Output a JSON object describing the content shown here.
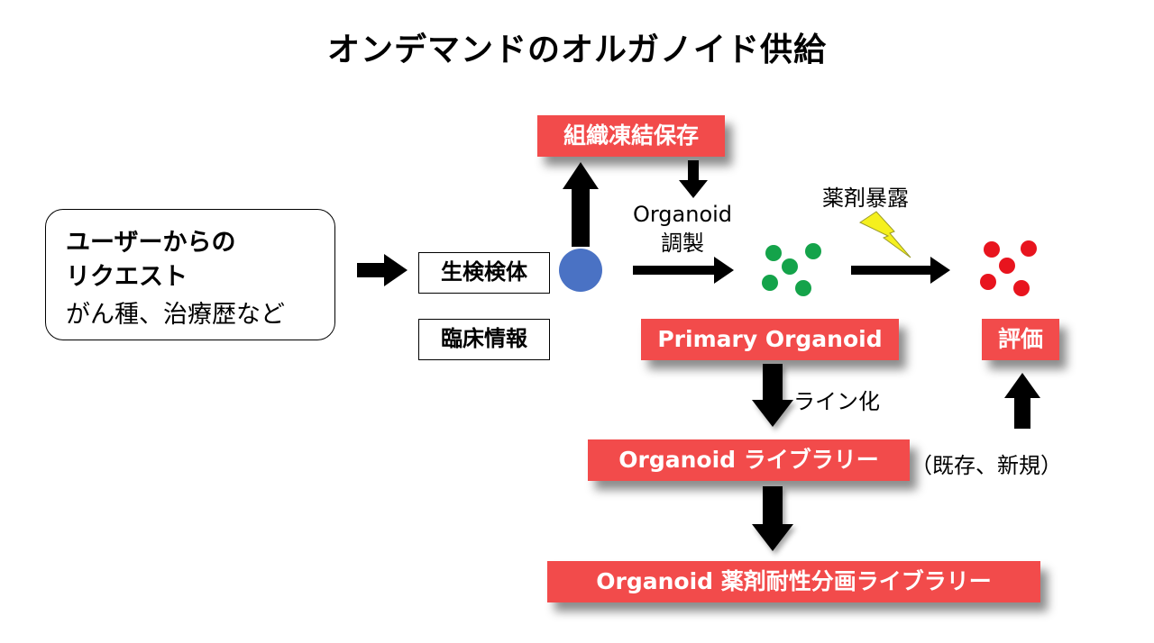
{
  "title": "オンデマンドのオルガノイド供給",
  "request": {
    "line1": "ユーザーからの",
    "line2": "リクエスト",
    "line3": "がん種、治療歴など"
  },
  "biopsy": "生検検体",
  "clinical_info": "臨床情報",
  "tissue_frozen": "組織凍結保存",
  "organoid_prep": {
    "line1": "Organoid",
    "line2": "調製"
  },
  "drug_exposure": "薬剤暴露",
  "primary_organoid": "Primary Organoid",
  "evaluation": "評価",
  "line_establish": "ライン化",
  "organoid_library": "Organoid ライブラリー",
  "existing_new": "（既存、新規）",
  "resistant_library": "Organoid 薬剤耐性分画ライブラリー",
  "colors": {
    "red_box": "#f24b4b",
    "sample_circle": "#4a72c4",
    "organoid_green": "#14a34a",
    "organoid_red": "#e8141e",
    "lightning": "#f5f01e"
  },
  "icons": [
    "lightning-icon",
    "arrow-right",
    "arrow-up",
    "arrow-down"
  ]
}
